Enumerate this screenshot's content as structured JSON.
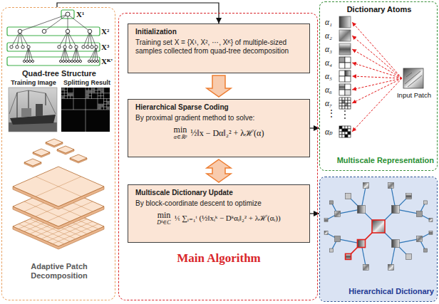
{
  "diagram": {
    "nodes": [
      {
        "text": [
          "Quad-tree Structure",
          "Training Image",
          "Splitting Result",
          "Adaptive Patch Decomposition"
        ]
      },
      {
        "text": [
          "Main Algorithm"
        ]
      },
      {
        "text": [
          "Initialization",
          "Training set X = {X¹, X², ⋯, Xᴷ} of multiple-sized samples collected from quad-tree decomposition"
        ],
        "in": 1
      },
      {
        "text": [
          "Hierarchical Sparse Coding",
          "By proximal gradient method to solve:",
          "min",
          "α∈ℝᵖ",
          "½‖x − Dα‖₂² + λℋ(α)"
        ],
        "in": 1
      },
      {
        "text": [
          "Multiscale Dictionary Update",
          "By block-coordinate descent to optimize",
          "min",
          "Dᵏ∈C",
          "¹⁄ₜ ∑ᵢ₌₁ᵗ (½‖xᵢᵏ − Dᵏαᵢ‖₂² + λℋ(αᵢ))"
        ],
        "in": 1
      },
      {
        "text": [
          "Dictionary Atoms",
          "Multiscale Representation"
        ]
      },
      {
        "text": [
          "Input Patch"
        ],
        "in": 5
      },
      {
        "text": [
          "Hierarchical Dictionary"
        ]
      }
    ],
    "edges": [
      {
        "from": 0,
        "to": 2,
        "arrow": "to"
      },
      {
        "from": 2,
        "to": 3,
        "arrow": "to"
      },
      {
        "from": 3,
        "to": 4,
        "arrow": "both"
      },
      {
        "from": 3,
        "to": 5,
        "arrow": "to"
      },
      {
        "from": 4,
        "to": 7,
        "arrow": "to"
      }
    ],
    "labels": [
      "X¹",
      "X²",
      "X³",
      "Xᴷ'",
      "α₁",
      "α₂",
      "α₃",
      "α₄",
      "α₅",
      "α₆",
      "α₇",
      "⋮",
      "αₚ"
    ]
  }
}
